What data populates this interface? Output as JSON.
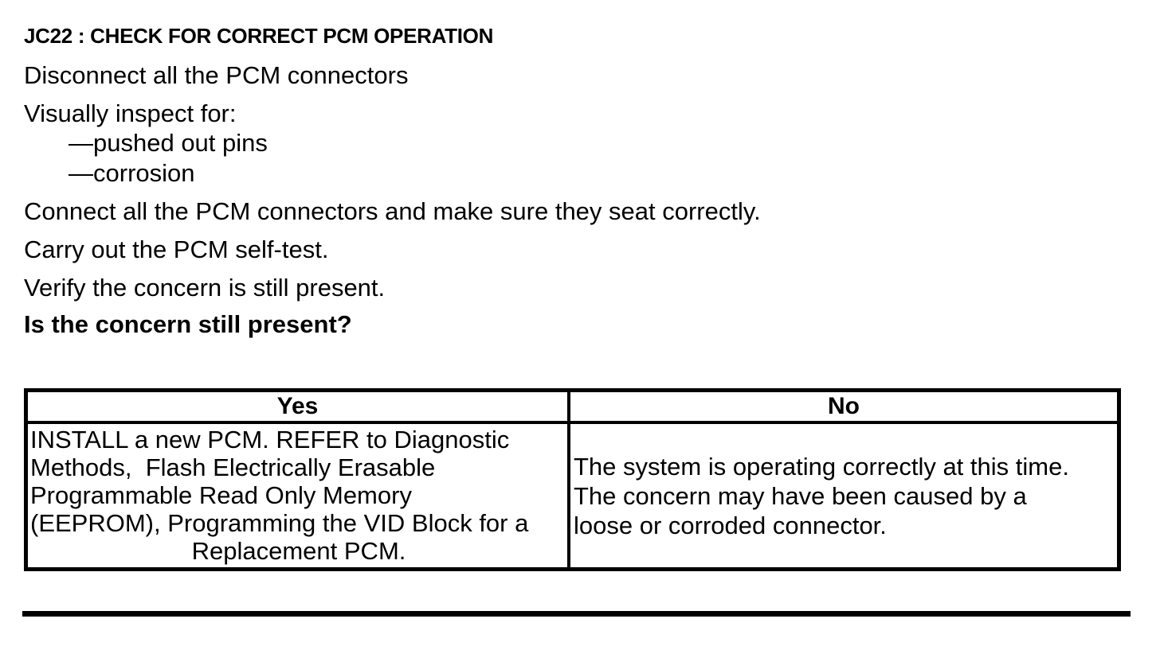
{
  "page": {
    "heading": "JC22 : CHECK FOR CORRECT PCM OPERATION",
    "steps": {
      "disconnect": "Disconnect all the PCM connectors",
      "inspect_intro": "Visually inspect for:",
      "inspect_item_1": "—pushed out pins",
      "inspect_item_2": "—corrosion",
      "connect": "Connect all the PCM connectors and make sure they seat correctly.",
      "self_test": "Carry out the PCM self-test.",
      "verify": "Verify the concern is still present.",
      "question": "Is the concern still present?"
    },
    "decision_table": {
      "yes_header": "Yes",
      "no_header": "No",
      "yes_action_lines": "INSTALL a new PCM. REFER to Diagnostic\nMethods,  Flash Electrically Erasable\nProgrammable Read Only Memory\n(EEPROM), Programming the VID Block for a",
      "yes_action_last_line": "Replacement PCM.",
      "no_action_lines": "The system is operating correctly at this time.\nThe concern may have been caused by a\nloose or corroded connector."
    },
    "colors": {
      "text": "#000000",
      "background": "#ffffff"
    }
  }
}
